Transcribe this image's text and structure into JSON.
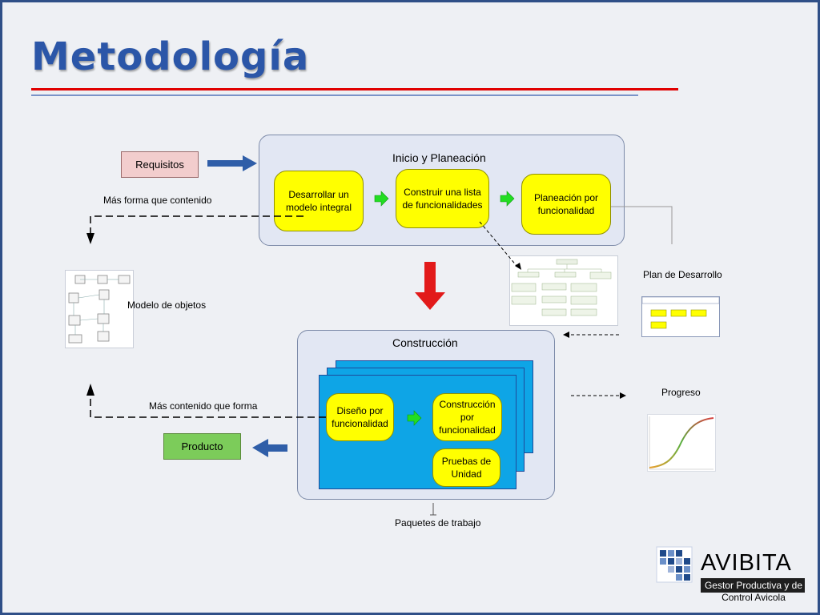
{
  "slide": {
    "title": "Metodología"
  },
  "inicio": {
    "title": "Inicio y Planeación",
    "step1": "Desarrollar un modelo integral",
    "step2": "Construir una lista de funcionalidades",
    "step3": "Planeación por funcionalidad"
  },
  "requisitos": "Requisitos",
  "mas_forma": "Más forma que contenido",
  "modelo_objetos": "Modelo de objetos",
  "plan_desarrollo": "Plan de Desarrollo",
  "construccion": {
    "title": "Construcción",
    "diseno": "Diseño por funcionalidad",
    "construccion_func": "Construcción por funcionalidad",
    "pruebas": "Pruebas de Unidad"
  },
  "mas_contenido": "Más contenido que forma",
  "producto": "Producto",
  "progreso": "Progreso",
  "paquetes": "Paquetes de trabajo",
  "logo": {
    "name": "AVIBITA",
    "tagline_1": "Gestor Productiva y de",
    "tagline_2": "Control Avicola"
  },
  "colors": {
    "title_blue": "#2b56a8",
    "yellow": "#ffff00",
    "construction_blue": "#0ea5e6",
    "requisitos_fill": "#f2cdcd",
    "producto_fill": "#7ccc5a",
    "down_arrow_red": "#e21a1a",
    "arrow_blue": "#2f5ea8",
    "arrow_green": "#22dd22"
  }
}
